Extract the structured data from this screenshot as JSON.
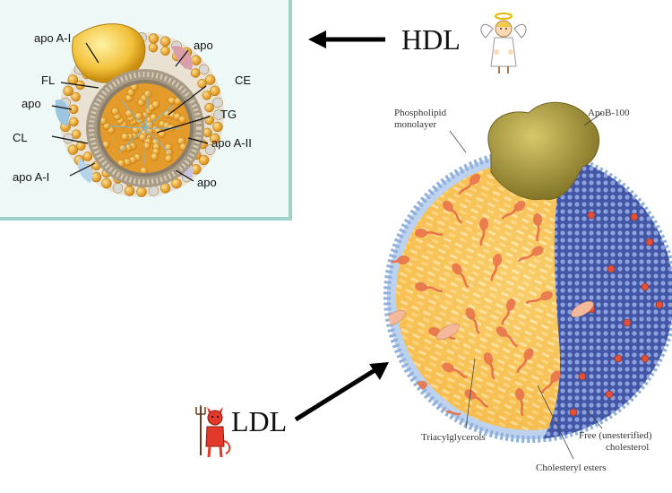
{
  "hdl": {
    "title": "HDL",
    "labels": {
      "apo_a1_top": "apo A-I",
      "apo_top_right": "apo",
      "fl": "FL",
      "apo_left": "apo",
      "ce": "CE",
      "tg": "TG",
      "cl": "CL",
      "apo_a2": "apo A-II",
      "apo_a1_bottom": "apo A-I",
      "apo_bottom": "apo"
    },
    "icon": "angel-icon"
  },
  "ldl": {
    "title": "LDL",
    "labels": {
      "phospholipid_1": "Phospholipid",
      "phospholipid_2": "monolayer",
      "apob": "ApoB-100",
      "triacyl": "Triacylglycerols",
      "free_1": "Free (unesterified)",
      "free_2": "cholesterol",
      "esters": "Cholesteryl esters"
    },
    "icon": "devil-icon"
  },
  "colors": {
    "hdl_box_bg": "#eef8f6",
    "hdl_box_border": "#9fd3c7",
    "ldl_core": "#f6c25a",
    "ldl_shell": "#4a5fb0",
    "apob": "#a99a3c",
    "ester": "#e8734a"
  }
}
